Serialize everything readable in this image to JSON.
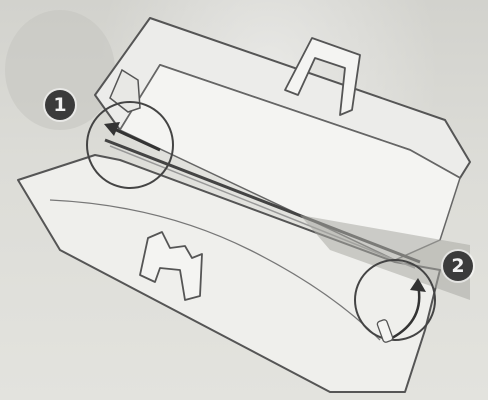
{
  "steps": [
    {
      "number": "1"
    },
    {
      "number": "2"
    }
  ],
  "colors": {
    "background": "#d9d9d4",
    "line_art": "#555555",
    "marker_fill": "#3b3b3b",
    "marker_text": "#f2f2f2"
  },
  "icons": [
    "callout-circle",
    "insert-arrow",
    "curved-arrow"
  ]
}
